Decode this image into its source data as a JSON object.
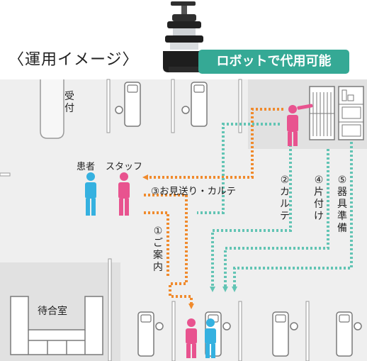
{
  "title": "〈運用イメージ〉",
  "callout": "ロボットで代用可能",
  "labels": {
    "reception": "受付",
    "patient": "患者",
    "staff": "スタッフ",
    "waiting_room": "待合室"
  },
  "flows": {
    "f1": "①ご案内",
    "f2": "②カルテ",
    "f3": "③お見送り・カルテ",
    "f4": "④片付け",
    "f5": "⑤器具準備"
  },
  "colors": {
    "orange": "#f08a2c",
    "teal": "#62c4b4",
    "pink": "#e8538f",
    "blue": "#35b1e0",
    "callout": "#35a995",
    "floor": "#efefef",
    "waiting_floor": "#e1e1e1"
  }
}
